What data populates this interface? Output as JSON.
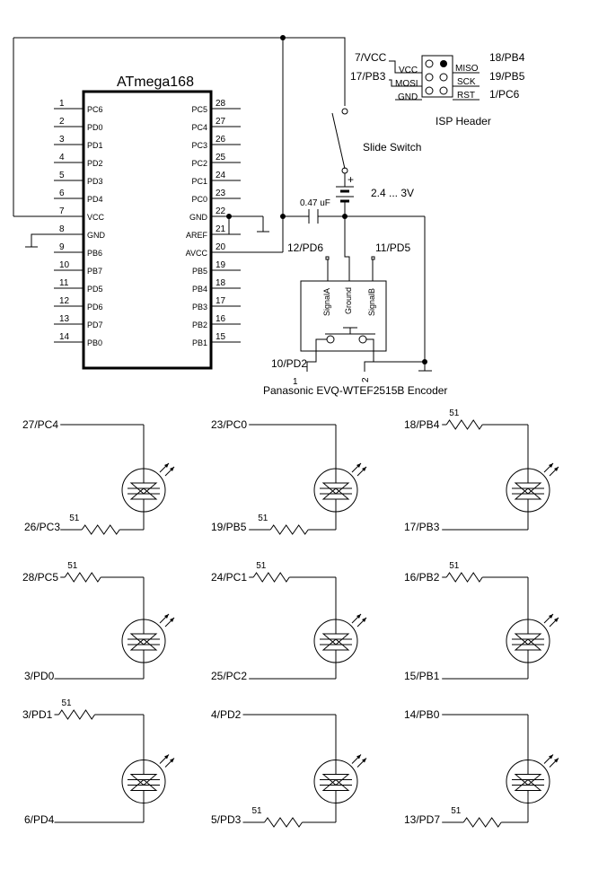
{
  "mcu": {
    "title": "ATmega168",
    "left_pins": [
      {
        "num": "1",
        "name": "PC6"
      },
      {
        "num": "2",
        "name": "PD0"
      },
      {
        "num": "3",
        "name": "PD1"
      },
      {
        "num": "4",
        "name": "PD2"
      },
      {
        "num": "5",
        "name": "PD3"
      },
      {
        "num": "6",
        "name": "PD4"
      },
      {
        "num": "7",
        "name": "VCC"
      },
      {
        "num": "8",
        "name": "GND"
      },
      {
        "num": "9",
        "name": "PB6"
      },
      {
        "num": "10",
        "name": "PB7"
      },
      {
        "num": "11",
        "name": "PD5"
      },
      {
        "num": "12",
        "name": "PD6"
      },
      {
        "num": "13",
        "name": "PD7"
      },
      {
        "num": "14",
        "name": "PB0"
      }
    ],
    "right_pins": [
      {
        "num": "28",
        "name": "PC5"
      },
      {
        "num": "27",
        "name": "PC4"
      },
      {
        "num": "26",
        "name": "PC3"
      },
      {
        "num": "25",
        "name": "PC2"
      },
      {
        "num": "24",
        "name": "PC1"
      },
      {
        "num": "23",
        "name": "PC0"
      },
      {
        "num": "22",
        "name": "GND"
      },
      {
        "num": "21",
        "name": "AREF"
      },
      {
        "num": "20",
        "name": "AVCC"
      },
      {
        "num": "19",
        "name": "PB5"
      },
      {
        "num": "18",
        "name": "PB4"
      },
      {
        "num": "17",
        "name": "PB3"
      },
      {
        "num": "16",
        "name": "PB2"
      },
      {
        "num": "15",
        "name": "PB1"
      }
    ]
  },
  "isp": {
    "title": "ISP Header",
    "left_labels": [
      "7/VCC",
      "17/PB3"
    ],
    "right_labels": [
      "18/PB4",
      "19/PB5",
      "1/PC6"
    ],
    "pins_left": [
      "VCC",
      "MOSI",
      "GND"
    ],
    "pins_right": [
      "MISO",
      "SCK",
      "RST"
    ]
  },
  "power": {
    "switch_label": "Slide Switch",
    "battery_label": "2.4 ... 3V",
    "battery_plus": "+",
    "cap_label": "0.47 uF"
  },
  "encoder": {
    "title": "Panasonic  EVQ-WTEF2515B Encoder",
    "sig_a_label": "12/PD6",
    "sig_b_label": "11/PD5",
    "switch_label": "10/PD2",
    "pin_a": "SignalA",
    "pin_gnd": "Ground",
    "pin_b": "SignalB",
    "pin1": "1",
    "pin2": "2"
  },
  "leds": [
    {
      "top": "27/PC4",
      "bottom": "26/PC3",
      "resistor": "51",
      "r_pos": "bottom"
    },
    {
      "top": "23/PC0",
      "bottom": "19/PB5",
      "resistor": "51",
      "r_pos": "bottom"
    },
    {
      "top": "18/PB4",
      "bottom": "17/PB3",
      "resistor": "51",
      "r_pos": "top"
    },
    {
      "top": "28/PC5",
      "bottom": "3/PD0",
      "resistor": "51",
      "r_pos": "top"
    },
    {
      "top": "24/PC1",
      "bottom": "25/PC2",
      "resistor": "51",
      "r_pos": "top"
    },
    {
      "top": "16/PB2",
      "bottom": "15/PB1",
      "resistor": "51",
      "r_pos": "top"
    },
    {
      "top": "3/PD1",
      "bottom": "6/PD4",
      "resistor": "51",
      "r_pos": "top"
    },
    {
      "top": "4/PD2",
      "bottom": "5/PD3",
      "resistor": "51",
      "r_pos": "bottom"
    },
    {
      "top": "14/PB0",
      "bottom": "13/PD7",
      "resistor": "51",
      "r_pos": "bottom"
    }
  ]
}
